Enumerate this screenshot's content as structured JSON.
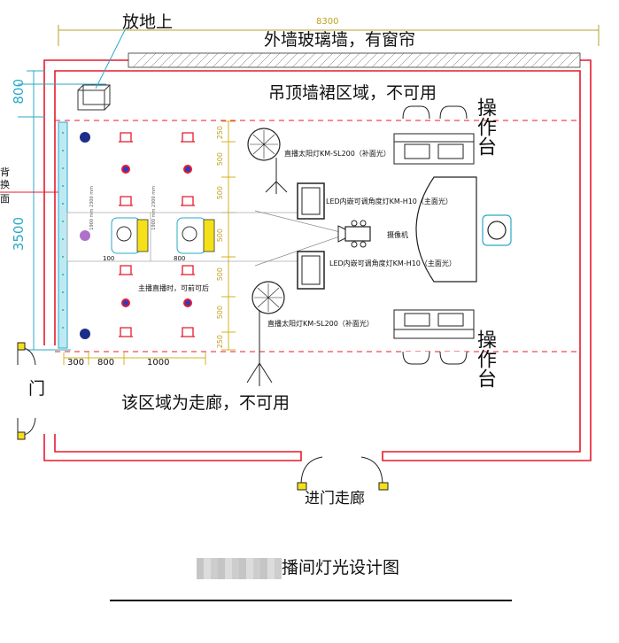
{
  "labels": {
    "top_dim": "8300",
    "ground": "放地上",
    "wall": "外墙玻璃墙，有窗帘",
    "ceiling": "吊顶墙裙区域，不可用",
    "op_top": "操作台",
    "op_bottom": "操作台",
    "left_dim1": "800",
    "left_dim2": "3500",
    "bg_wall": [
      "背",
      "换",
      "面"
    ],
    "dims_v": [
      "250",
      "500",
      "500",
      "500",
      "500",
      "500",
      "250"
    ],
    "dims_h": [
      "300",
      "800",
      "1000"
    ],
    "dims_small": [
      "100",
      "800"
    ],
    "light_top": "直播太阳灯KM-SL200（补面光）",
    "light_bottom": "直播太阳灯KM-SL200（补面光）",
    "led_top": "LED内嵌可调角度灯KM-H10（主面光）",
    "led_bottom": "LED内嵌可调角度灯KM-H10（主面光）",
    "camera": "摄像机",
    "note": "主播直播时，可前可后",
    "corridor": "该区域为走廊，不可用",
    "door": "门",
    "entrance": "进门走廊",
    "title": "播间灯光设计图",
    "side_text_1": "1900 mm 2300 mm",
    "side_text_2": "1900 mm 2300 mm"
  },
  "colors": {
    "wall_red": "#e8192c",
    "dashed_red": "#e8192c",
    "cyan": "#2aa8c8",
    "yellow": "#f5e11a",
    "dim_line": "#d4b020",
    "ray": "#999999"
  }
}
